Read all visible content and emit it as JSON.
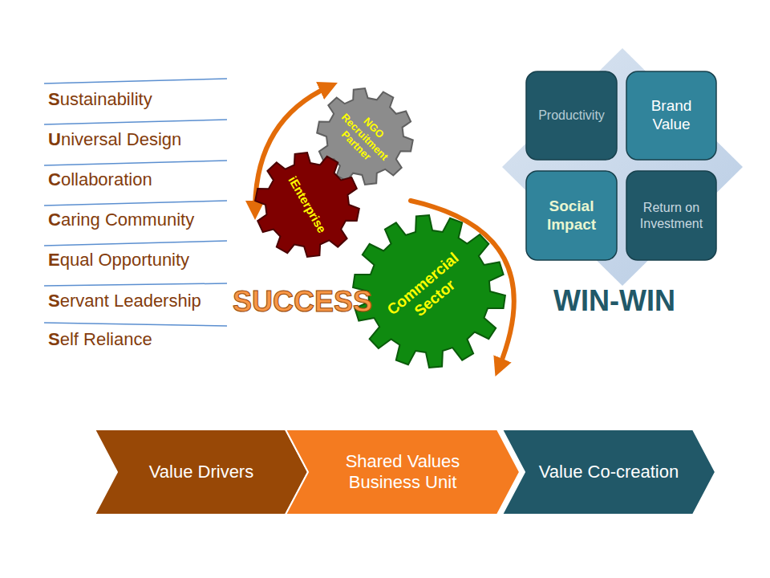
{
  "diagram": {
    "nodes": [
      {
        "text": [
          "NGO Recruitment Partner"
        ]
      },
      {
        "text": [
          "iEnterprise"
        ]
      },
      {
        "text": [
          "Commercial Sector"
        ]
      },
      {
        "text": [
          "Productivity"
        ]
      },
      {
        "text": [
          "Brand Value"
        ]
      },
      {
        "text": [
          "Social Impact"
        ]
      },
      {
        "text": [
          "Return on Investment"
        ]
      },
      {
        "text": [
          "Value Drivers"
        ]
      },
      {
        "text": [
          "Shared Values Business Unit"
        ]
      },
      {
        "text": [
          "Value Co-creation"
        ]
      }
    ],
    "labels": [
      "Sustainability",
      "Universal Design",
      "Collaboration",
      "Caring Community",
      "Equal Opportunity",
      "Servant Leadership",
      "Self Reliance",
      "SUCCESS",
      "WIN-WIN"
    ]
  }
}
